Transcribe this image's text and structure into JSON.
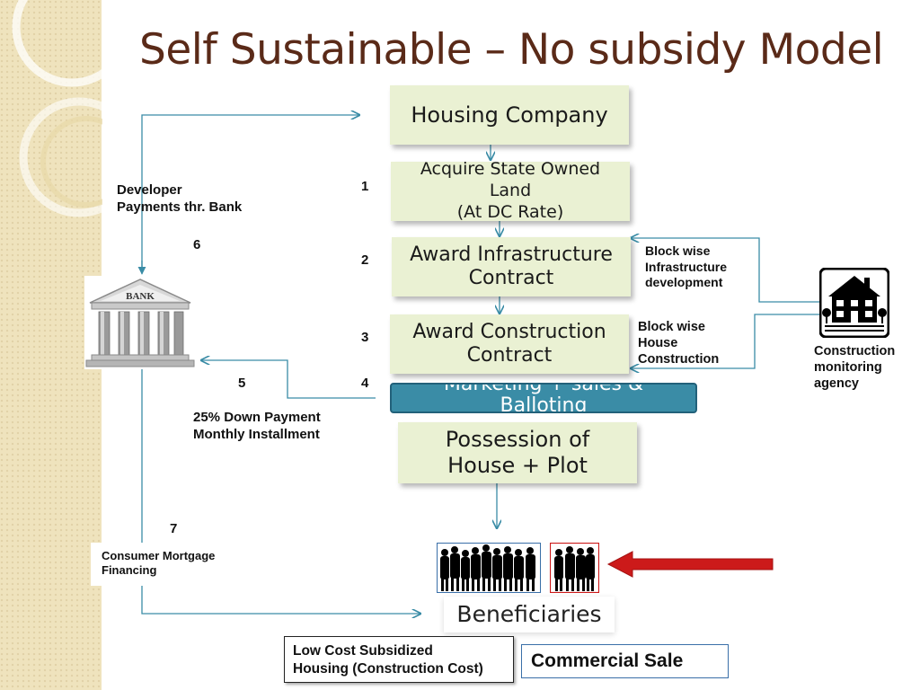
{
  "title": "Self Sustainable – No subsidy Model",
  "flow_boxes": {
    "housing_company": "Housing Company",
    "acquire_land": [
      "Acquire State Owned",
      "Land",
      "(At DC Rate)"
    ],
    "award_infrastructure": [
      "Award Infrastructure",
      "Contract"
    ],
    "award_construction": [
      "Award Construction",
      "Contract"
    ],
    "marketing": [
      "Marketing + sales &",
      "Balloting"
    ],
    "possession": [
      "Possession of",
      "House +  Plot"
    ]
  },
  "step_numbers": [
    "1",
    "2",
    "3",
    "4",
    "5",
    "6",
    "7"
  ],
  "labels": {
    "developer_payments": [
      "Developer",
      "Payments thr. Bank"
    ],
    "down_payment": [
      "25% Down Payment",
      "Monthly Installment"
    ],
    "consumer_mortgage": [
      "Consumer Mortgage",
      "Financing"
    ],
    "block_infrastructure": [
      "Block wise",
      "Infrastructure",
      "development"
    ],
    "block_house": [
      "Block wise",
      "House",
      "Construction"
    ],
    "construction_agency": [
      "Construction",
      "monitoring",
      "agency"
    ],
    "bank_sign": "BANK"
  },
  "beneficiaries": "Beneficiaries",
  "bottom": {
    "low_cost": [
      "Low Cost Subsidized",
      "Housing (Construction Cost)"
    ],
    "commercial": "Commercial Sale"
  },
  "colors": {
    "title": "#5a2a18",
    "box_fill": "#eaf1d3",
    "marketing_fill": "#3a8ca6",
    "connector": "#3a8ca6",
    "highlight_arrow": "#cc1a1a"
  }
}
